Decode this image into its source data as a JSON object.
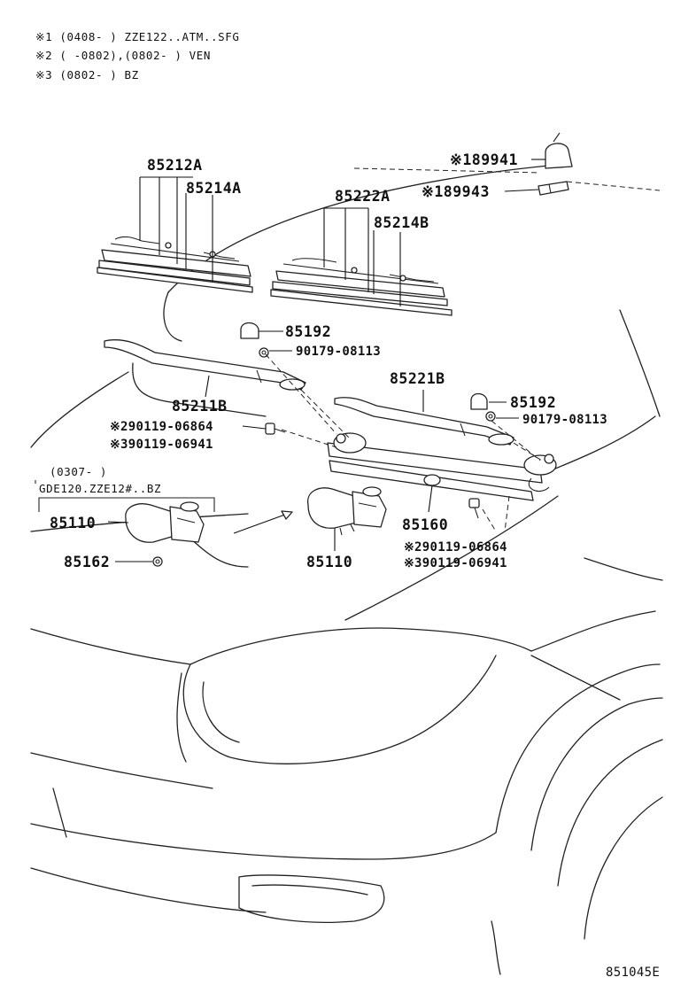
{
  "notes": [
    "※1 (0408-    ) ZZE122..ATM..SFG",
    "※2 (    -0802),(0802-    ) VEN",
    "※3 (0802-    ) BZ"
  ],
  "inset": {
    "date": "(0307-    )",
    "models": "GDE120.ZZE12#..BZ"
  },
  "parts": {
    "p85212A": "85212A",
    "p85214A": "85214A",
    "p85222A": "85222A",
    "p85214B": "85214B",
    "p89941": "※189941",
    "p89943": "※189943",
    "p85192a": "85192",
    "p90179a": "90179-08113",
    "p85221B": "85221B",
    "p85192b": "85192",
    "p90179b": "90179-08113",
    "p85211B": "85211B",
    "p90119a2": "※290119-06864",
    "p90119a3": "※390119-06941",
    "p85110a": "85110",
    "p85162": "85162",
    "p85110b": "85110",
    "p85160": "85160",
    "p90119b2": "※290119-06864",
    "p90119b3": "※390119-06941"
  },
  "diagram_id": "851045E",
  "icons": [
    "wiper-blade-icon",
    "wiper-arm-icon",
    "wiper-motor-icon",
    "wiper-link-icon",
    "pivot-cap-icon",
    "nut-icon",
    "bolt-icon"
  ]
}
